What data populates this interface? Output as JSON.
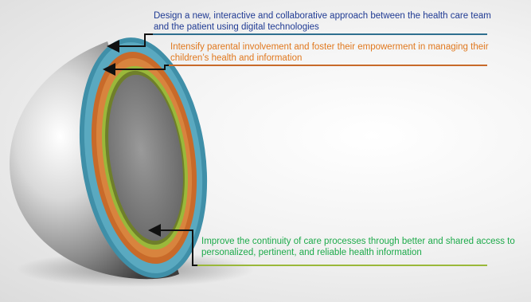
{
  "captions": [
    {
      "text": "Design a new, interactive and collaborative approach between the health care team and the patient using digital technologies",
      "color": "#1f3a93"
    },
    {
      "text": "Intensify parental involvement and foster their empowerment in managing their children’s health and information",
      "color": "#e0781e"
    },
    {
      "text": "Improve the continuity of care processes through better and shared access to personalized, pertinent, and reliable health information",
      "color": "#1daa4a"
    }
  ],
  "colors": {
    "outer_ring": "#3f8fa8",
    "middle_ring": "#c86a2a",
    "inner_ring": "#9ab83a",
    "core": "#7a7a7a",
    "arrow": "#111111"
  },
  "icons": {
    "sphere": "half-sphere-layers-illustration",
    "arrow": "elbow-arrow-icon"
  }
}
